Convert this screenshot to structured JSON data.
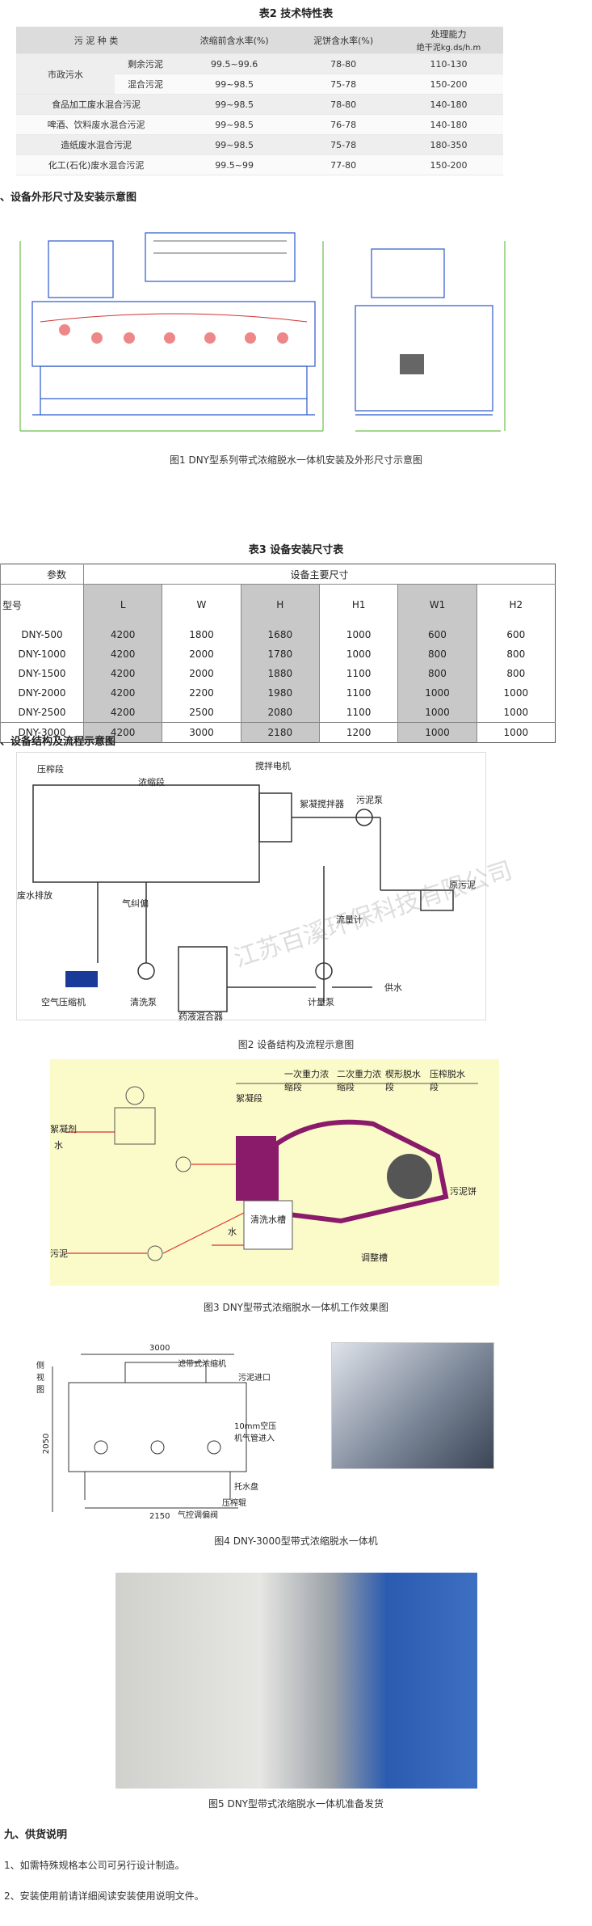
{
  "table2": {
    "title": "表2 技术特性表",
    "headers": {
      "sludge_type": "污 泥 种 类",
      "moisture_before": "浓缩前含水率(%)",
      "moisture_cake": "泥饼含水率(%)",
      "capacity": "处理能力",
      "capacity_unit": "绝干泥kg.ds/h.m"
    },
    "group_label": "市政污水",
    "rows": [
      {
        "sub": "剩余污泥",
        "a": "99.5~99.6",
        "b": "78-80",
        "c": "110-130"
      },
      {
        "sub": "混合污泥",
        "a": "99~98.5",
        "b": "75-78",
        "c": "150-200"
      },
      {
        "name": "食品加工废水混合污泥",
        "a": "99~98.5",
        "b": "78-80",
        "c": "140-180"
      },
      {
        "name": "啤酒、饮料废水混合污泥",
        "a": "99~98.5",
        "b": "76-78",
        "c": "140-180"
      },
      {
        "name": "造纸废水混合污泥",
        "a": "99~98.5",
        "b": "75-78",
        "c": "180-350"
      },
      {
        "name": "化工(石化)废水混合污泥",
        "a": "99.5~99",
        "b": "77-80",
        "c": "150-200"
      }
    ]
  },
  "section_dim": "、设备外形尺寸及安装示意图",
  "fig1_caption": "图1 DNY型系列带式浓缩脱水一体机安装及外形尺寸示意图",
  "table3": {
    "title": "表3 设备安装尺寸表",
    "corner_param": "参数",
    "corner_model": "型号",
    "main_dims": "设备主要尺寸",
    "cols": [
      "L",
      "W",
      "H",
      "H1",
      "W1",
      "H2"
    ],
    "rows": [
      [
        "DNY-500",
        "4200",
        "1800",
        "1680",
        "1000",
        "600",
        "600"
      ],
      [
        "DNY-1000",
        "4200",
        "2000",
        "1780",
        "1000",
        "800",
        "800"
      ],
      [
        "DNY-1500",
        "4200",
        "2000",
        "1880",
        "1100",
        "800",
        "800"
      ],
      [
        "DNY-2000",
        "4200",
        "2200",
        "1980",
        "1100",
        "1000",
        "1000"
      ],
      [
        "DNY-2500",
        "4200",
        "2500",
        "2080",
        "1100",
        "1000",
        "1000"
      ],
      [
        "DNY-3000",
        "4200",
        "3000",
        "2180",
        "1200",
        "1000",
        "1000"
      ]
    ]
  },
  "section_struct": "、设备结构及流程示意图",
  "fig2": {
    "caption": "图2 设备结构及流程示意图",
    "labels": {
      "press": "压榨段",
      "thicken": "浓缩段",
      "motor": "搅拌电机",
      "mixer": "絮凝搅拌器",
      "sludge_pump": "污泥泵",
      "waste_out": "废水排放",
      "air_corr": "气纠偏",
      "flow_meter": "流量计",
      "raw_sludge": "原污泥",
      "compressor": "空气压缩机",
      "wash_pump": "清洗泵",
      "dosing": "药液混合器",
      "metering_pump": "计量泵",
      "water_in": "供水"
    }
  },
  "fig3": {
    "caption": "图3 DNY型带式浓缩脱水一体机工作效果图",
    "labels": {
      "flocculate": "絮凝段",
      "grav1": "一次重力浓缩段",
      "grav2": "二次重力浓缩段",
      "wedge": "楔形脱水段",
      "press": "压榨脱水段",
      "flocculant": "絮凝剂",
      "water": "水",
      "sludge": "污泥",
      "wash_tank": "清洗水槽",
      "cake": "污泥饼",
      "adjust": "调整槽"
    }
  },
  "fig4": {
    "caption": "图4 DNY-3000型带式浓缩脱水一体机",
    "labels": {
      "w3000": "3000",
      "h2050": "2050",
      "w2150": "2150",
      "side": "侧视图",
      "belt": "滤带式浓缩机",
      "inlet": "污泥进口",
      "air": "10mm空压机气管进入",
      "tray": "托水盘",
      "press_roller": "压榨辊",
      "valve": "气控调偏阀"
    }
  },
  "fig5_caption": "图5 DNY型带式浓缩脱水一体机准备发货",
  "section_supply": "九、供货说明",
  "supply_notes": [
    "1、如需特殊规格本公司可另行设计制造。",
    "2、安装使用前请详细阅读安装使用说明文件。"
  ],
  "watermark": "江苏百溪环保科技有限公司"
}
